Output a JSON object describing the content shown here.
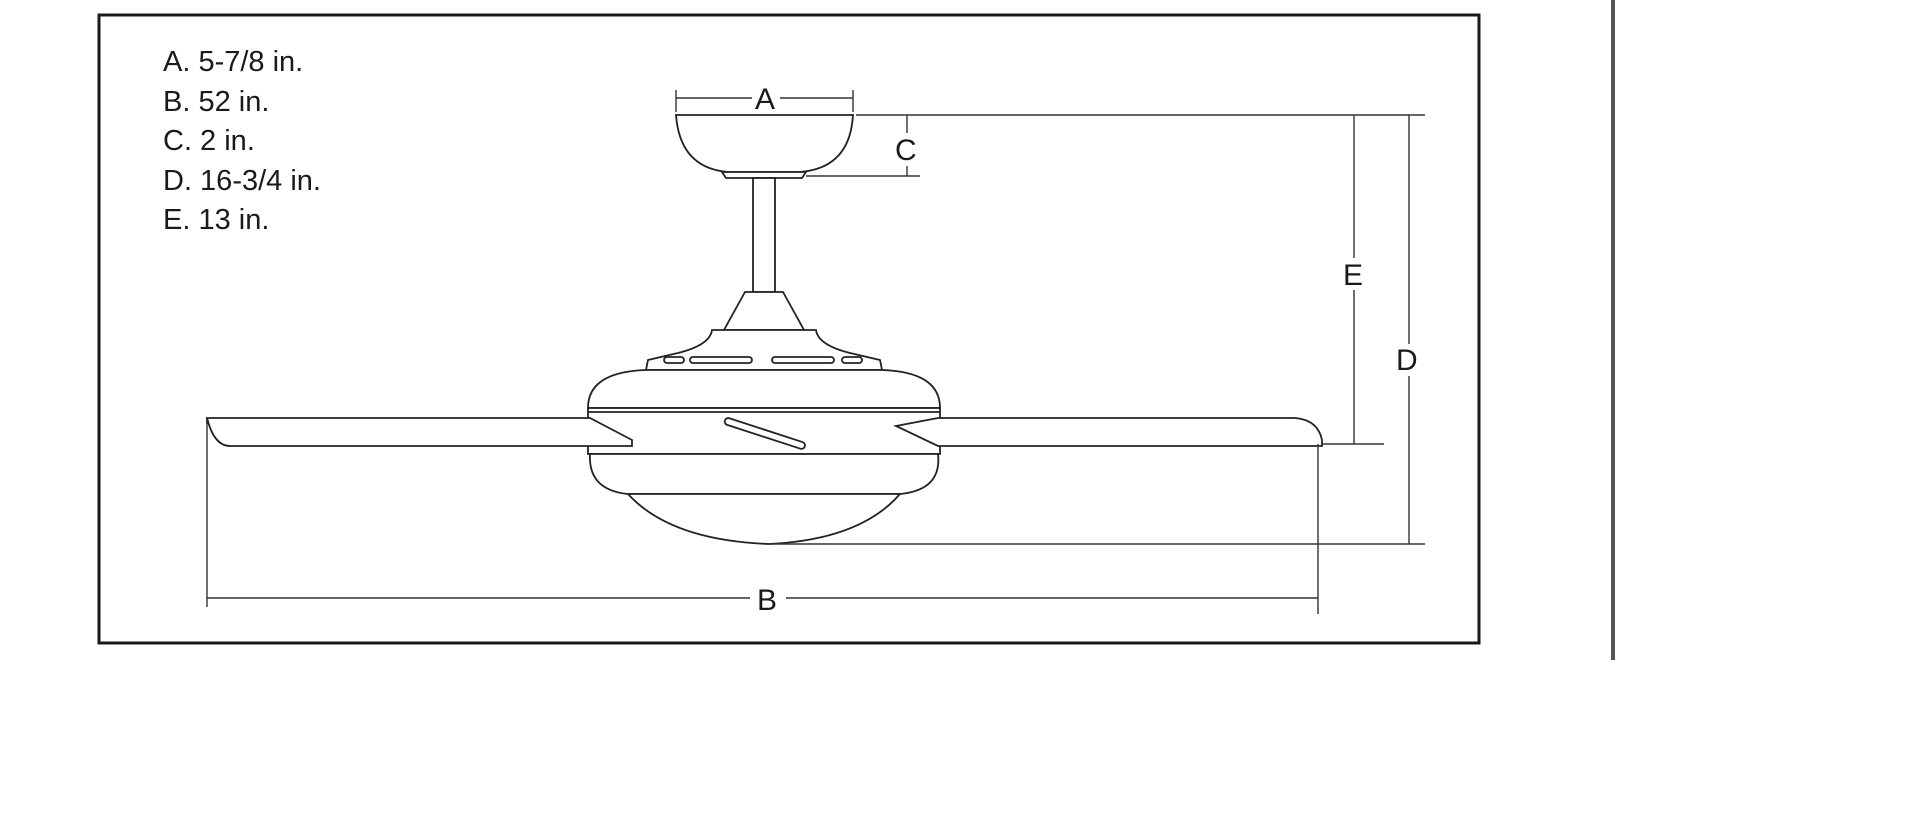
{
  "legend": [
    "A. 5-7/8 in.",
    "B. 52 in.",
    "C. 2 in.",
    "D. 16-3/4 in.",
    "E. 13 in."
  ],
  "labels": {
    "a": "A",
    "b": "B",
    "c": "C",
    "d": "D",
    "e": "E"
  }
}
